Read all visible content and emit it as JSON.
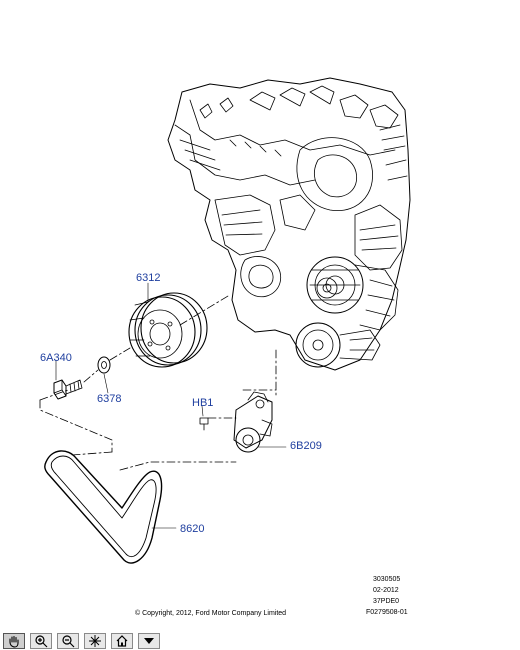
{
  "callouts": {
    "c6312": "6312",
    "c6A340": "6A340",
    "c6378": "6378",
    "cHB1": "HB1",
    "c6B209": "6B209",
    "c8620": "8620"
  },
  "meta": {
    "code1": "3030505",
    "date": "02-2012",
    "engine": "37PDE0",
    "figure_id": "F0279508-01",
    "copyright": "© Copyright, 2012, Ford Motor Company Limited"
  },
  "toolbar": {
    "tools": [
      {
        "name": "pan-tool",
        "icon": "hand-icon"
      },
      {
        "name": "zoom-in-tool",
        "icon": "zoom-in-icon"
      },
      {
        "name": "zoom-out-tool",
        "icon": "zoom-out-icon"
      },
      {
        "name": "fit-tool",
        "icon": "fit-icon"
      },
      {
        "name": "home-tool",
        "icon": "home-icon"
      },
      {
        "name": "menu-tool",
        "icon": "dropdown-icon"
      }
    ]
  },
  "colors": {
    "callout": "#1f3f9f",
    "line": "#000000",
    "background": "#ffffff"
  }
}
